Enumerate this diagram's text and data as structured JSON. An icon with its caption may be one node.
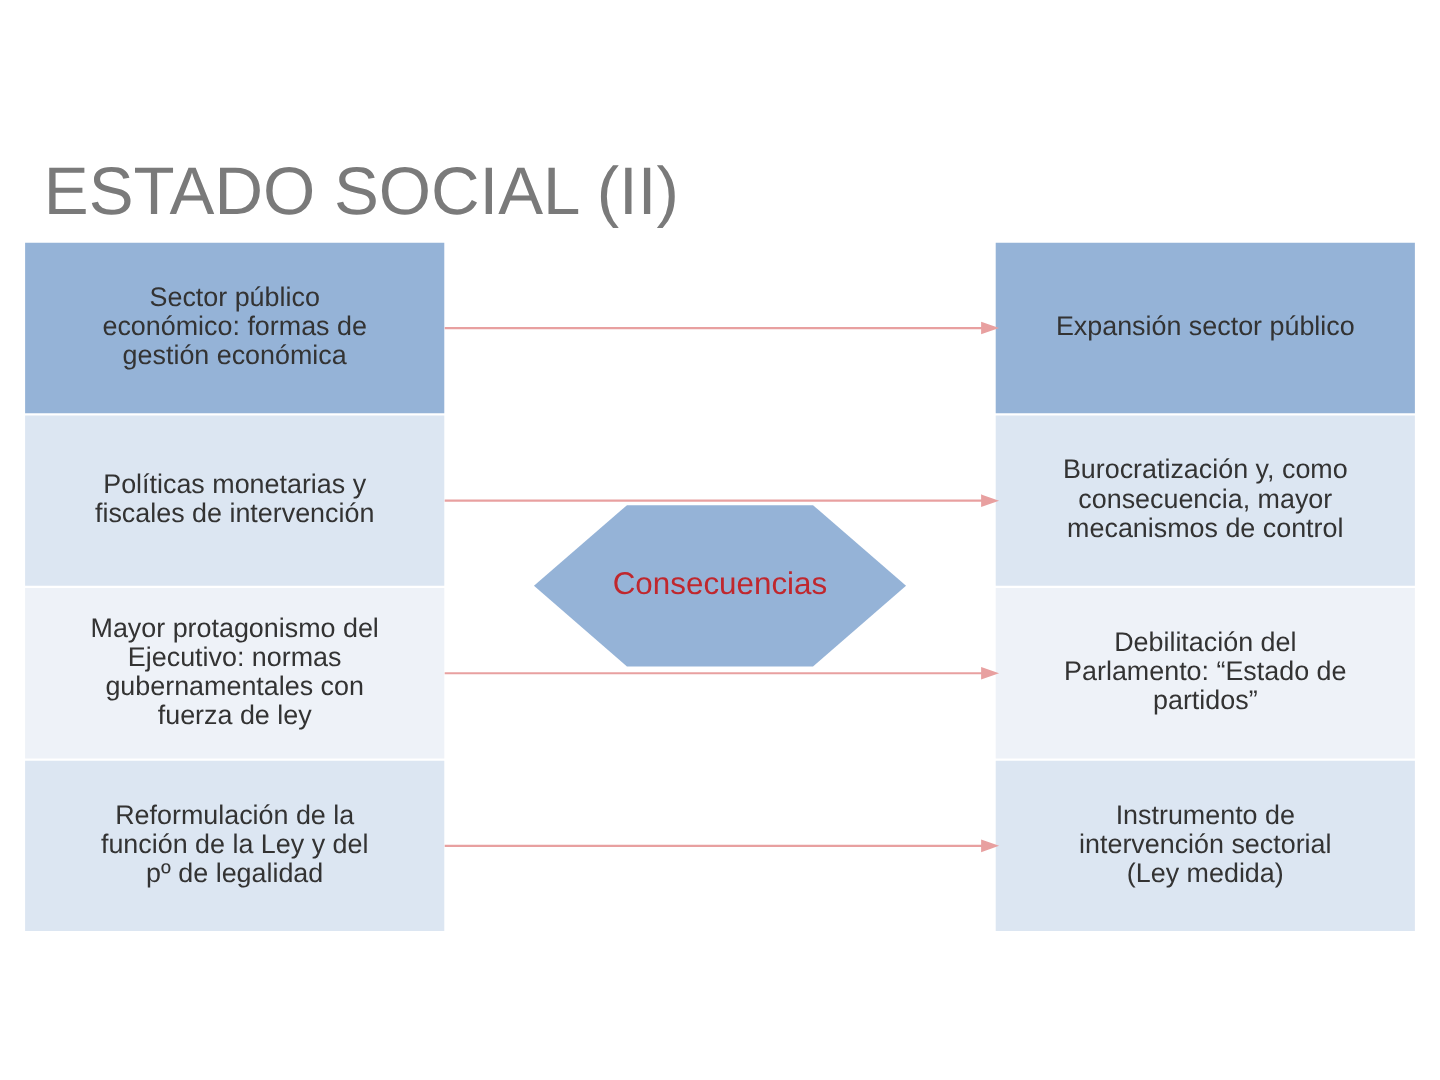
{
  "diagram": {
    "title": "ESTADO SOCIAL (II)",
    "nodes": [
      {
        "text": [
          "Sector público económico: formas de gestión económica"
        ]
      },
      {
        "text": [
          "Políticas monetarias y fiscales de intervención"
        ]
      },
      {
        "text": [
          "Mayor protagonismo del Ejecutivo: normas gubernamentales con fuerza de ley"
        ]
      },
      {
        "text": [
          "Reformulación de la función de la Ley y del pº de legalidad"
        ]
      },
      {
        "text": [
          "Expansión sector público"
        ]
      },
      {
        "text": [
          "Burocratización y, como consecuencia, mayor mecanismos de control"
        ]
      },
      {
        "text": [
          "Debilitación del Parlamento: “Estado de partidos”"
        ]
      },
      {
        "text": [
          "Instrumento de intervención sectorial (Ley medida)"
        ]
      },
      {
        "text": [
          "Consecuencias"
        ]
      }
    ],
    "edges": [
      {
        "from": 0,
        "to": 4,
        "arrow": "to"
      },
      {
        "from": 1,
        "to": 5,
        "arrow": "to"
      },
      {
        "from": 2,
        "to": 6,
        "arrow": "to"
      },
      {
        "from": 3,
        "to": 7,
        "arrow": "to"
      }
    ]
  }
}
